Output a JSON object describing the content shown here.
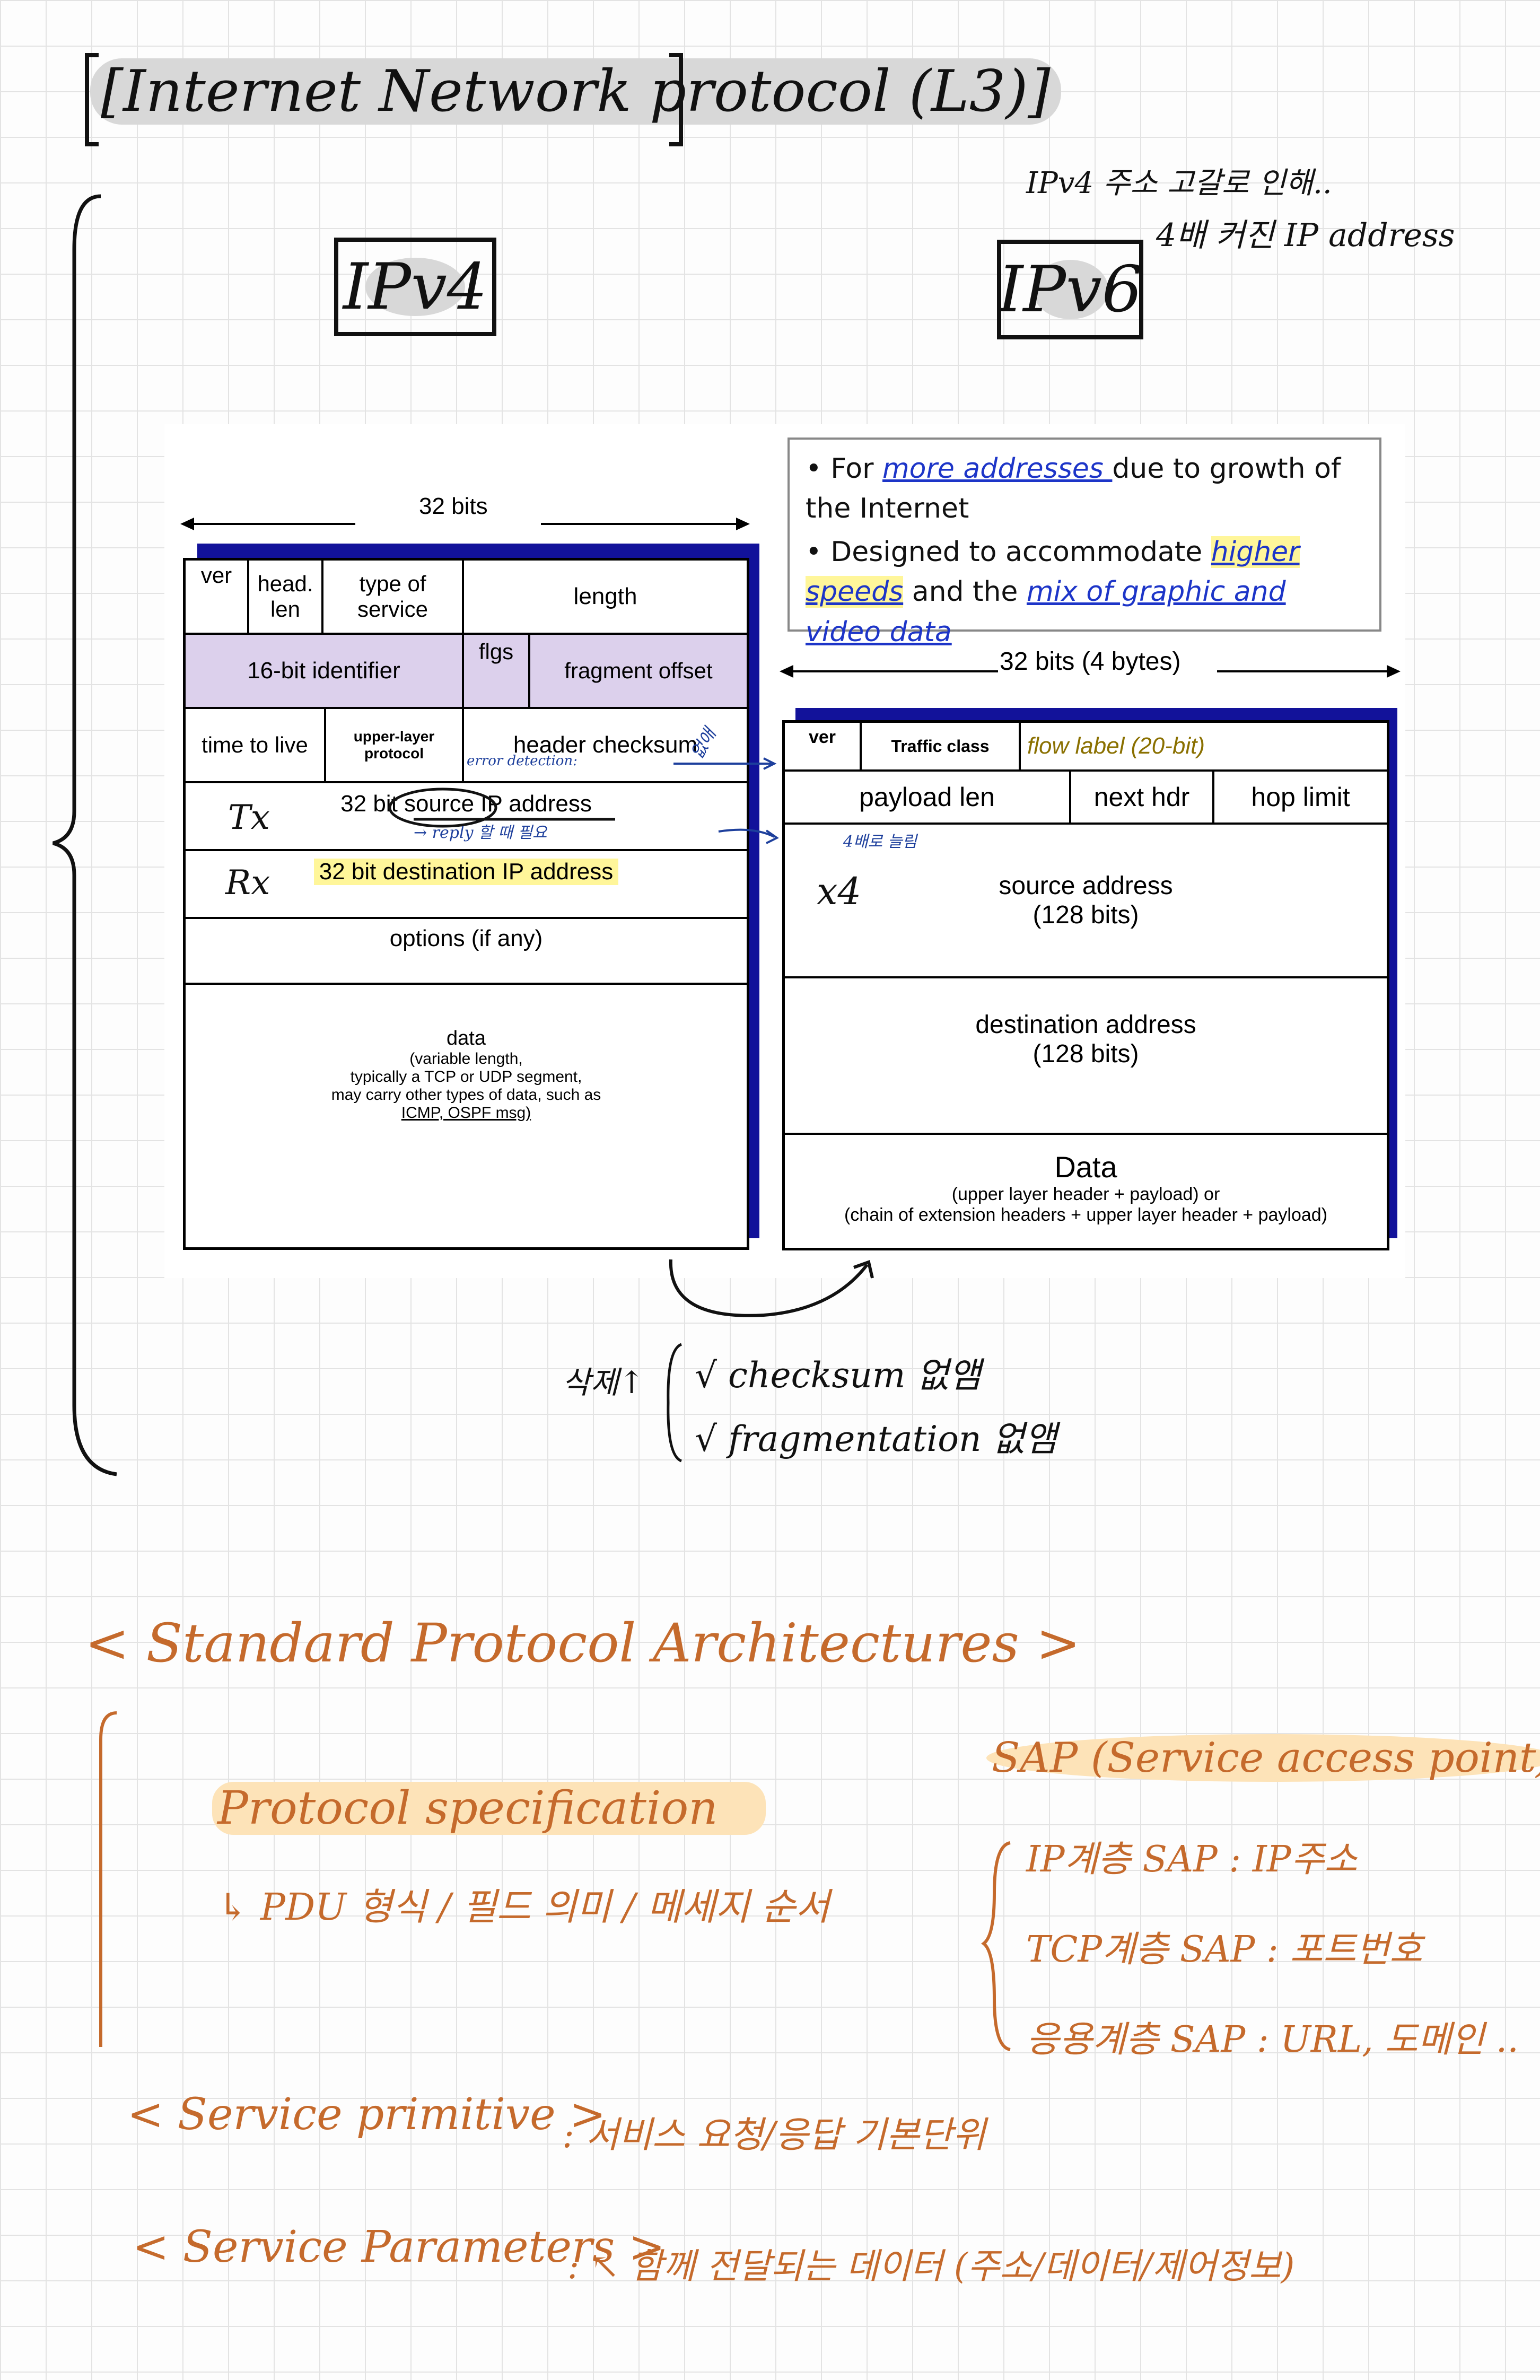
{
  "title": "[Internet Network protocol (L3)]",
  "ipv4_label": "IPv4",
  "ipv6_label": "IPv6",
  "ipv6_note_1": "IPv4 주소 고갈로 인해..",
  "ipv6_note_2": "4배 커진 IP address",
  "ipv4_diagram": {
    "bits_label": "32 bits",
    "ver": "ver",
    "head_len": "head. len",
    "tos": "type of service",
    "length": "length",
    "identifier": "16-bit identifier",
    "flgs": "flgs",
    "frag_offset": "fragment offset",
    "ttl": "time to live",
    "upper_layer": "upper-layer protocol",
    "header_checksum": "header checksum",
    "src": "32 bit source IP address",
    "dst": "32 bit destination IP address",
    "options": "options (if any)",
    "data_title": "data",
    "data_l1": "(variable length,",
    "data_l2": "typically a TCP or UDP segment,",
    "data_l3": "may carry other types of data, such as",
    "data_l4": "ICMP, OSPF msg)"
  },
  "ipv6_diagram": {
    "bullet_1": "For more addresses due to growth of the Internet",
    "bullet_1a": "For ",
    "bullet_1b": "more addresses ",
    "bullet_1c": "due to growth of the Internet",
    "bullet_2a": "Designed to accommodate ",
    "bullet_2b": "higher speeds",
    "bullet_2c": " and the ",
    "bullet_2d": "mix of graphic and video data",
    "bits_label": "32 bits (4 bytes)",
    "ver": "ver",
    "traffic_class": "Traffic class",
    "flow_label": "flow label (20-bit)",
    "payload_len": "payload len",
    "next_hdr": "next hdr",
    "hop_limit": "hop limit",
    "src_1": "source address",
    "src_2": "(128 bits)",
    "dst_1": "destination address",
    "dst_2": "(128 bits)",
    "data_title": "Data",
    "data_l1": "(upper layer header + payload) or",
    "data_l2": "(chain of extension headers + upper layer header + payload)"
  },
  "annotations": {
    "error_detection": "error detection:",
    "omit_1": "없애",
    "reply": "→ reply 할 때 필요",
    "tx": "Tx",
    "rx": "Rx",
    "x4_note": "4배로 늘림",
    "x4": "x4",
    "removed_label": "삭제↑",
    "removed_1": "√ checksum 없앰",
    "removed_2": "√ fragmentation 없앰"
  },
  "section2": {
    "heading": "< Standard Protocol Architectures >",
    "protocol_spec": "Protocol specification",
    "pdu": "↳ PDU 형식 / 필드 의미 / 메세지 순서",
    "sap_title": "SAP (Service access point)",
    "sap_1": "IP계층 SAP : IP주소",
    "sap_2": "TCP계층 SAP : 포트번호",
    "sap_3": "응용계층 SAP : URL, 도메인 ..",
    "primitive_title": "< Service primitive >",
    "primitive_desc": ": 서비스 요청/응답 기본단위",
    "params_title": "< Service Parameters >",
    "params_desc": ": ↖ 함께 전달되는 데이터 (주소/데이터/제어정보)"
  },
  "colors": {
    "ink": "#111111",
    "orange": "#c56a2c",
    "blue": "#1d3f9c",
    "navy_shadow": "#12129a",
    "lavender": "#dcd0ec",
    "highlight_yellow": "#fff69a"
  }
}
